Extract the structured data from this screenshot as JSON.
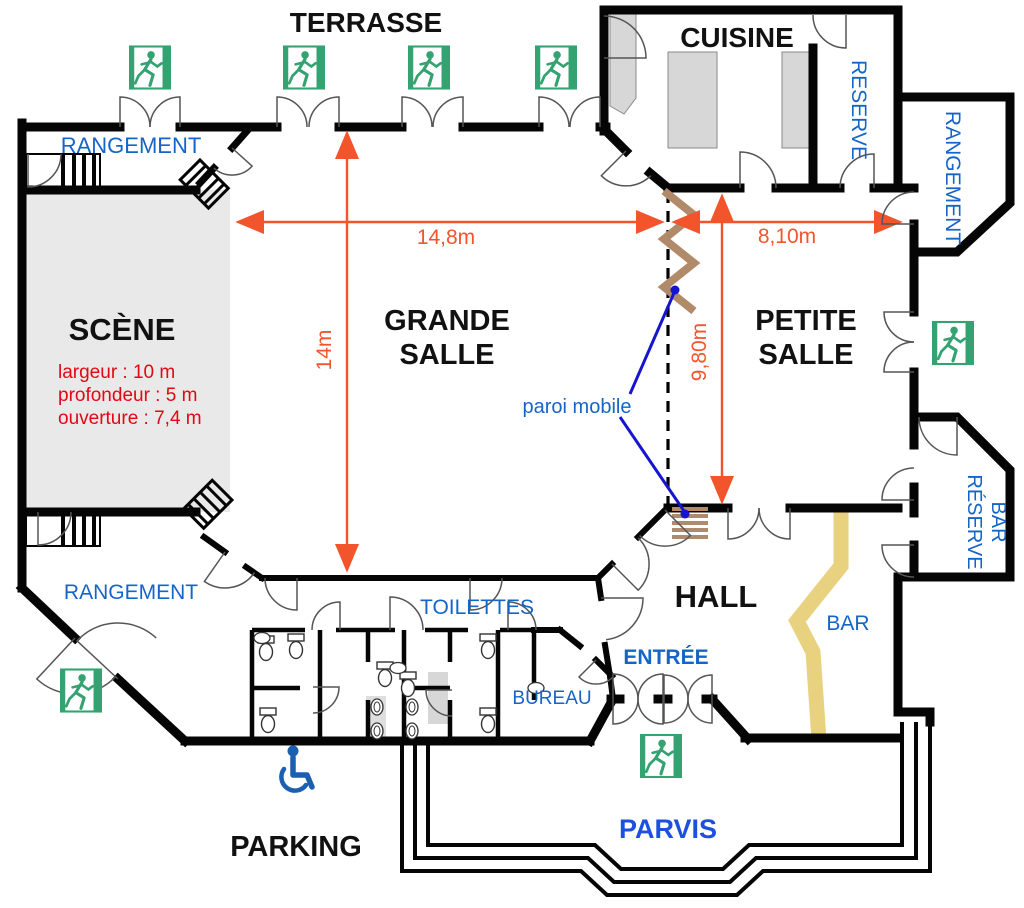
{
  "plan": {
    "areas": {
      "terrasse": "TERRASSE",
      "cuisine": "CUISINE",
      "reserve": "RESERVE",
      "rangement_top_right": "RANGEMENT",
      "rangement_top_left": "RANGEMENT",
      "rangement_bottom_left": "RANGEMENT",
      "scene": "SCÈNE",
      "grande_salle_line1": "GRANDE",
      "grande_salle_line2": "SALLE",
      "petite_salle_line1": "PETITE",
      "petite_salle_line2": "SALLE",
      "hall": "HALL",
      "toilettes": "TOILETTES",
      "bureau": "BUREAU",
      "entree": "ENTRÉE",
      "bar": "BAR",
      "reserve_bar_line1": "RÉSERVE",
      "reserve_bar_line2": "BAR",
      "parking": "PARKING",
      "parvis": "PARVIS"
    },
    "scene_specs": [
      "largeur : 10 m",
      "profondeur : 5 m",
      "ouverture : 7,4 m"
    ],
    "annotations": {
      "paroi_mobile": "paroi mobile"
    },
    "dimensions": {
      "grande_salle_width": "14,8m",
      "petite_salle_width": "8,10m",
      "grande_salle_depth": "14m",
      "petite_salle_depth": "9,80m"
    },
    "icons": {
      "exit": "emergency-exit-running-man",
      "wheelchair": "wheelchair-access"
    },
    "colors": {
      "wall": "#000000",
      "room_label_blue": "#1565c8",
      "parvis_blue": "#1d50e0",
      "dimension_orange": "#f2552c",
      "scene_spec_red": "#e30613",
      "exit_green": "#35a271",
      "bar_counter_yellow": "#e9d27f",
      "partition_brown": "#b18a6a",
      "leader_blue": "#1515d0",
      "scene_gray": "#e9e9e9",
      "counter_gray": "#d7d7d7"
    }
  }
}
